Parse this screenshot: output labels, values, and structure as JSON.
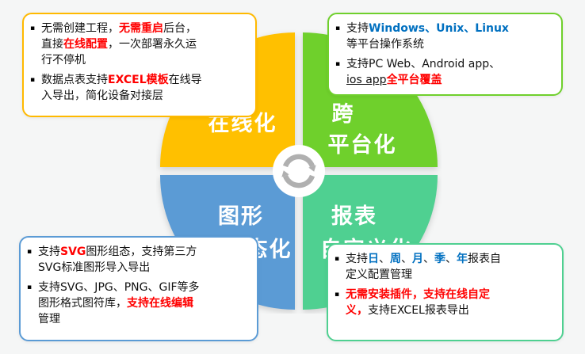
{
  "bullet": "▪",
  "colors": {
    "background": "#f5f6f6",
    "highlight_red": "#ff0000",
    "highlight_blue": "#0070c0",
    "arrow_gray": "#b0b0b0",
    "center_hub": "#ffffff"
  },
  "diagram": {
    "center_icon": "sync-arrows",
    "quadrants": [
      {
        "id": "online",
        "lines": [
          "在线化"
        ],
        "color": "#FFC000"
      },
      {
        "id": "cross-platform",
        "lines": [
          "跨",
          "平台化"
        ],
        "color": "#6FD02C"
      },
      {
        "id": "graphic-config",
        "lines": [
          "图形",
          "组态化"
        ],
        "color": "#5B9BD5"
      },
      {
        "id": "report-custom",
        "lines": [
          "报表",
          "自定义化"
        ],
        "color": "#4FD091"
      }
    ]
  },
  "callouts": {
    "top_left": {
      "border_color": "#FFB900",
      "items": [
        {
          "segments": [
            {
              "t": "无需创建工程，"
            },
            {
              "t": "无需重启",
              "c": "red",
              "b": true
            },
            {
              "t": "后台，直接"
            },
            {
              "t": "在线配置",
              "c": "red",
              "b": true
            },
            {
              "t": "，一次部署永久运行不停机"
            }
          ]
        },
        {
          "segments": [
            {
              "t": "数据点表支持"
            },
            {
              "t": "EXCEL模板",
              "c": "red",
              "b": true
            },
            {
              "t": "在线导入导出，简化设备对接层"
            }
          ]
        }
      ]
    },
    "top_right": {
      "border_color": "#6FD02C",
      "items": [
        {
          "segments": [
            {
              "t": "支持"
            },
            {
              "t": "Windows、Unix、Linux",
              "c": "blue",
              "b": true
            },
            {
              "t": "等平台操作系统"
            }
          ]
        },
        {
          "segments": [
            {
              "t": "支持PC Web、Android app、"
            },
            {
              "t": "ios app",
              "u": true
            },
            {
              "t": "全平台覆盖",
              "c": "red",
              "b": true
            }
          ]
        }
      ]
    },
    "bottom_left": {
      "border_color": "#5B9BD5",
      "items": [
        {
          "segments": [
            {
              "t": "支持"
            },
            {
              "t": "SVG",
              "c": "red",
              "b": true
            },
            {
              "t": "图形组态，支持第三方SVG标准图形导入导出"
            }
          ]
        },
        {
          "segments": [
            {
              "t": "支持SVG、JPG、PNG、GIF等多图形格式图符库，"
            },
            {
              "t": "支持在线编辑",
              "c": "red",
              "b": true
            },
            {
              "t": "管理"
            }
          ]
        }
      ]
    },
    "bottom_right": {
      "border_color": "#4FD091",
      "items": [
        {
          "segments": [
            {
              "t": "支持"
            },
            {
              "t": "日",
              "c": "blue",
              "b": true
            },
            {
              "t": "、"
            },
            {
              "t": "周",
              "c": "blue",
              "b": true
            },
            {
              "t": "、"
            },
            {
              "t": "月",
              "c": "blue",
              "b": true
            },
            {
              "t": "、"
            },
            {
              "t": "季",
              "c": "blue",
              "b": true
            },
            {
              "t": "、"
            },
            {
              "t": "年",
              "c": "blue",
              "b": true
            },
            {
              "t": "报表自定义配置管理"
            }
          ]
        },
        {
          "segments": [
            {
              "t": "无需安装插件，支持在线自定义，",
              "c": "red",
              "b": true
            },
            {
              "t": "支持EXCEL报表导出"
            }
          ]
        }
      ]
    }
  }
}
